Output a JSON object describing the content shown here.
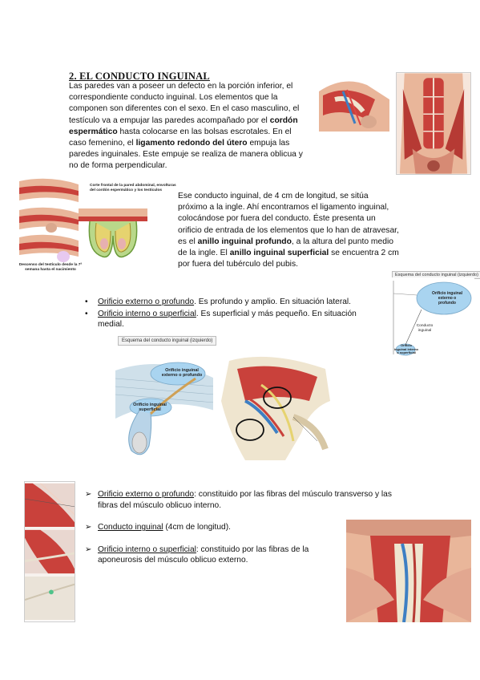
{
  "section": {
    "title": "2. EL CONDUCTO INGUINAL"
  },
  "para1": {
    "p1": "Las paredes van a poseer un defecto en la porción inferior, el correspondiente conducto inguinal. Los elementos que la componen son diferentes con el sexo. En el caso masculino, el testículo va a empujar las paredes acompañado por el ",
    "b1": "cordón espermático",
    "p2": " hasta colocarse en las bolsas escrotales. En el caso femenino, el ",
    "b2": "ligamento redondo del útero",
    "p3": " empuja las paredes inguinales. Este empuje se realiza de manera oblicua y no de forma perpendicular."
  },
  "para2": {
    "p1": "Ese conducto inguinal, de 4 cm de longitud, se sitúa próximo a la ingle. Ahí encontramos el ligamento inguinal, colocándose por fuera del conducto. Éste presenta un orificio de entrada de los elementos que lo han de atravesar, es el ",
    "b1": "anillo inguinal profundo",
    "p2": ", a la altura del punto medio de la ingle. El ",
    "b2": "anillo inguinal superficial",
    "p3": " se encuentra 2 cm por fuera del tubérculo del pubis."
  },
  "figure_labels": {
    "corte_frontal": "Corte frontal de la pared abdominal, envolturas del cordón espermático y los testículos",
    "descenso": "Descenso del testículo desde la 7ª semana hasta el nacimiento",
    "esquema_small": "Esquema del conducto inguinal (izquierdo)",
    "orificio_externo_profundo": "Orificio inguinal externo o profundo",
    "conducto_inguinal": "Conducto inguinal",
    "orificio_interno_small": "Orificio inguinal interno o superficial",
    "esquema_large": "Esquema del conducto inguinal (izquierdo)",
    "big_orificio_profundo": "Orificio inguinal externo o profundo",
    "big_orificio_superficial": "Orificio inguinal superficial"
  },
  "bullets": [
    {
      "marker": "•",
      "term": "Orificio externo o profundo",
      "rest": ". Es profundo y amplio. En situación lateral."
    },
    {
      "marker": "•",
      "term": "Orificio interno o superficial",
      "rest": ". Es superficial y más pequeño. En situación medial."
    }
  ],
  "arrows": [
    {
      "marker": "➢",
      "term": "Orificio externo o profundo",
      "rest": ": constituido por las fibras del músculo transverso y las fibras del músculo oblicuo interno."
    },
    {
      "marker": "➢",
      "term": "Conducto inguinal",
      "rest": " (4cm de longitud)."
    },
    {
      "marker": "➢",
      "term": "Orificio interno o superficial",
      "rest": ": constituido por las fibras de la aponeurosis del músculo oblicuo externo."
    }
  ],
  "colors": {
    "muscle": "#c9413b",
    "skin": "#e9b69a",
    "bone": "#efe5cf",
    "vessel_blue": "#3d7fc3",
    "bubble": "#a9d4f0"
  }
}
